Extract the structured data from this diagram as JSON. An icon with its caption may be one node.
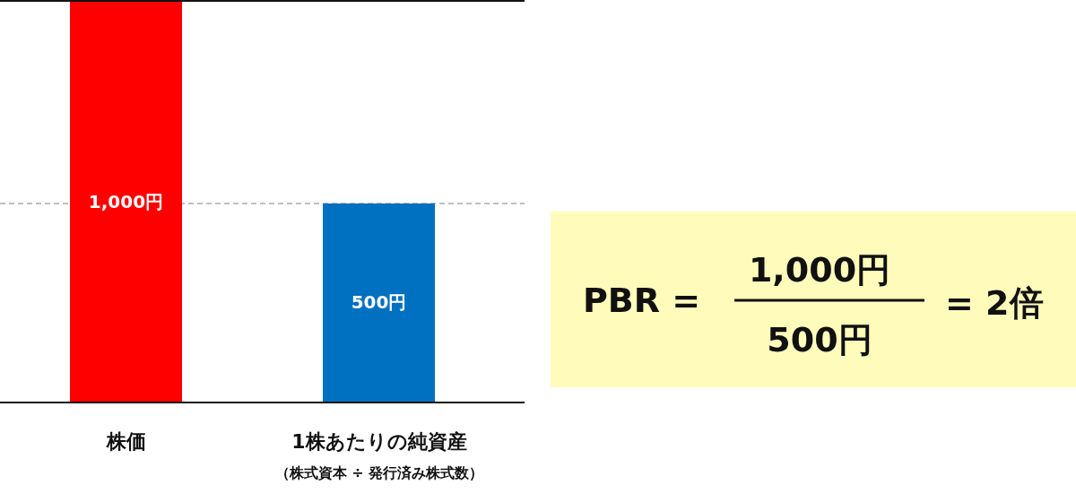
{
  "diagram": {
    "nodes": [
      {
        "text": [
          "1,000円"
        ]
      },
      {
        "text": [
          "500円"
        ]
      },
      {
        "text": [
          "PBR =",
          "1,000円",
          "500円",
          "= 2倍"
        ]
      }
    ],
    "labels": [
      "株価",
      "1株あたりの純資産",
      "（株式資本 ÷ 発行済み株式数）"
    ]
  }
}
